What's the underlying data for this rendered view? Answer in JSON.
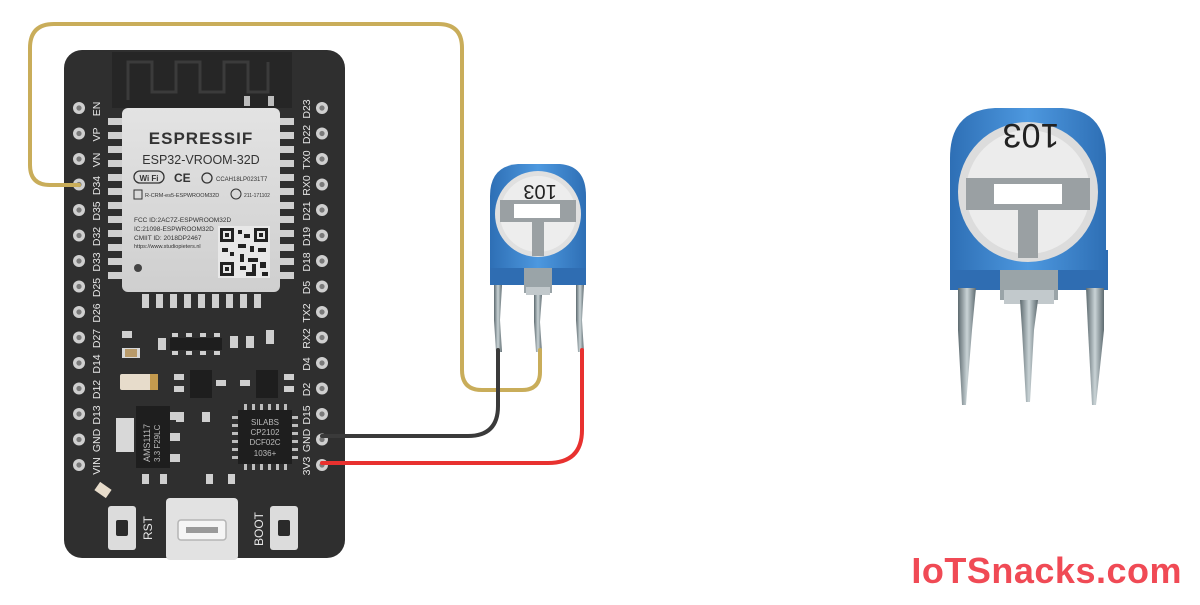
{
  "board": {
    "left_pins": [
      "EN",
      "VP",
      "VN",
      "D34",
      "D35",
      "D32",
      "D33",
      "D25",
      "D26",
      "D27",
      "D14",
      "D12",
      "D13",
      "GND",
      "VIN"
    ],
    "right_pins": [
      "D23",
      "D22",
      "TX0",
      "RX0",
      "D21",
      "D19",
      "D18",
      "D5",
      "TX2",
      "RX2",
      "D4",
      "D2",
      "D15",
      "GND",
      "3V3"
    ],
    "rst_label": "RST",
    "boot_label": "BOOT"
  },
  "module": {
    "brand": "ESPRESSIF",
    "model": "ESP32-VROOM-32D",
    "wifi_text": "Wi Fi",
    "cert_code": "CCAH18LP0231T7",
    "cert_small": "R-CRM-es5-ESPWROOM32D",
    "cert_tiny": "211-171102",
    "fcc": "FCC ID:2AC7Z-ESPWROOM32D",
    "ic": "IC:21098-ESPWROOM32D",
    "cmiit": "CMIIT ID: 2018DP2467",
    "url": "https://www.studiopieters.nl"
  },
  "chips": {
    "regulator_line1": "AMS1117",
    "regulator_line2": "3.3 F29LC",
    "usb_line1": "SILABS",
    "usb_line2": "CP2102",
    "usb_line3": "DCF02C",
    "usb_line4": "1036+"
  },
  "potentiometer": {
    "marking": "103"
  },
  "wires": [
    {
      "from": "D34",
      "to": "potentiometer wiper",
      "color": "#c9ad5a"
    },
    {
      "from": "GND",
      "to": "potentiometer left pin",
      "color": "#3a3a3a"
    },
    {
      "from": "3V3",
      "to": "potentiometer right pin",
      "color": "#e8312f"
    }
  ],
  "colors": {
    "board": "#2f2f2f",
    "module_shield": "#d6d6d6",
    "pot_body": "#3f86cf",
    "brand_text": "#f04a55"
  },
  "watermark": "IoTSnacks.com"
}
